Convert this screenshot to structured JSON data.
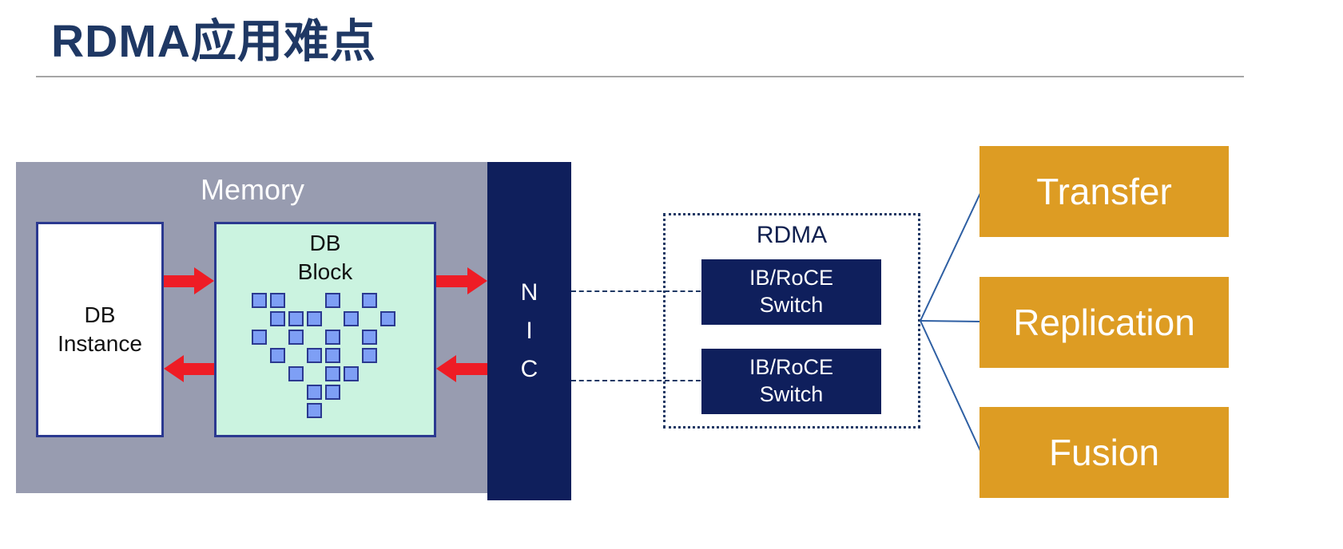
{
  "title": "RDMA应用难点",
  "memory": {
    "label": "Memory",
    "db_instance": {
      "lines": [
        "DB",
        "Instance"
      ]
    },
    "db_block": {
      "lines": [
        "DB",
        "Block"
      ]
    }
  },
  "nic": {
    "letters": [
      "N",
      "I",
      "C"
    ]
  },
  "rdma": {
    "label": "RDMA",
    "switches": [
      {
        "lines": [
          "IB/RoCE",
          "Switch"
        ]
      },
      {
        "lines": [
          "IB/RoCE",
          "Switch"
        ]
      }
    ]
  },
  "outcomes": [
    {
      "label": "Transfer"
    },
    {
      "label": "Replication"
    },
    {
      "label": "Fusion"
    }
  ],
  "colors": {
    "title_color": "#1F3864",
    "memory_fill": "#989CB0",
    "navy_fill": "#0F1F5C",
    "block_fill": "#CBF3E0",
    "box_border": "#2B3990",
    "arrow_red": "#EE1C25",
    "outcome_gold": "#DD9C23",
    "square_fill": "#7E9FF5",
    "square_border": "#2B3990",
    "line_blue": "#2E5FA3"
  },
  "db_block_pattern": {
    "cells": [
      [
        0,
        0
      ],
      [
        1,
        0
      ],
      [
        4,
        0
      ],
      [
        6,
        0
      ],
      [
        1,
        1
      ],
      [
        2,
        1
      ],
      [
        3,
        1
      ],
      [
        5,
        1
      ],
      [
        7,
        1
      ],
      [
        0,
        2
      ],
      [
        2,
        2
      ],
      [
        4,
        2
      ],
      [
        6,
        2
      ],
      [
        1,
        3
      ],
      [
        3,
        3
      ],
      [
        4,
        3
      ],
      [
        6,
        3
      ],
      [
        2,
        4
      ],
      [
        4,
        4
      ],
      [
        5,
        4
      ],
      [
        3,
        5
      ],
      [
        4,
        5
      ],
      [
        3,
        6
      ]
    ]
  }
}
